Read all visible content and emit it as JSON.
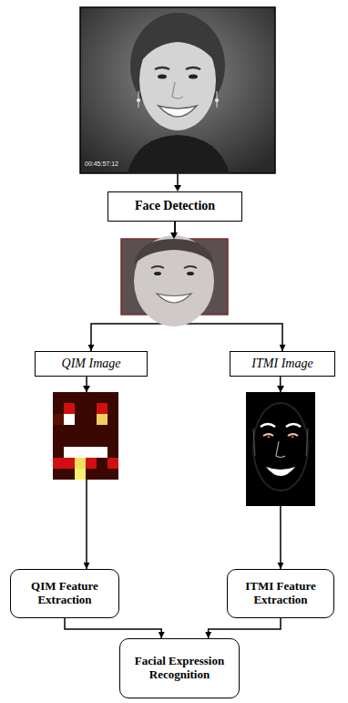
{
  "diagram": {
    "nodes": [
      {
        "text": [
          "Face Detection"
        ]
      },
      {
        "text": [
          "QIM Image"
        ]
      },
      {
        "text": [
          "ITMI Image"
        ]
      },
      {
        "text": [
          "QIM Feature Extraction"
        ]
      },
      {
        "text": [
          "ITMI Feature Extraction"
        ]
      },
      {
        "text": [
          "Facial Expression Recognition"
        ]
      }
    ],
    "edges": [
      {
        "from": 0,
        "to": 1,
        "arrow": "to"
      },
      {
        "from": 0,
        "to": 2,
        "arrow": "to"
      },
      {
        "from": 1,
        "to": 3,
        "arrow": "to"
      },
      {
        "from": 2,
        "to": 4,
        "arrow": "to"
      },
      {
        "from": 3,
        "to": 5,
        "arrow": "to"
      },
      {
        "from": 4,
        "to": 5,
        "arrow": "to"
      }
    ],
    "labels": [
      "00:45:57:12"
    ]
  }
}
